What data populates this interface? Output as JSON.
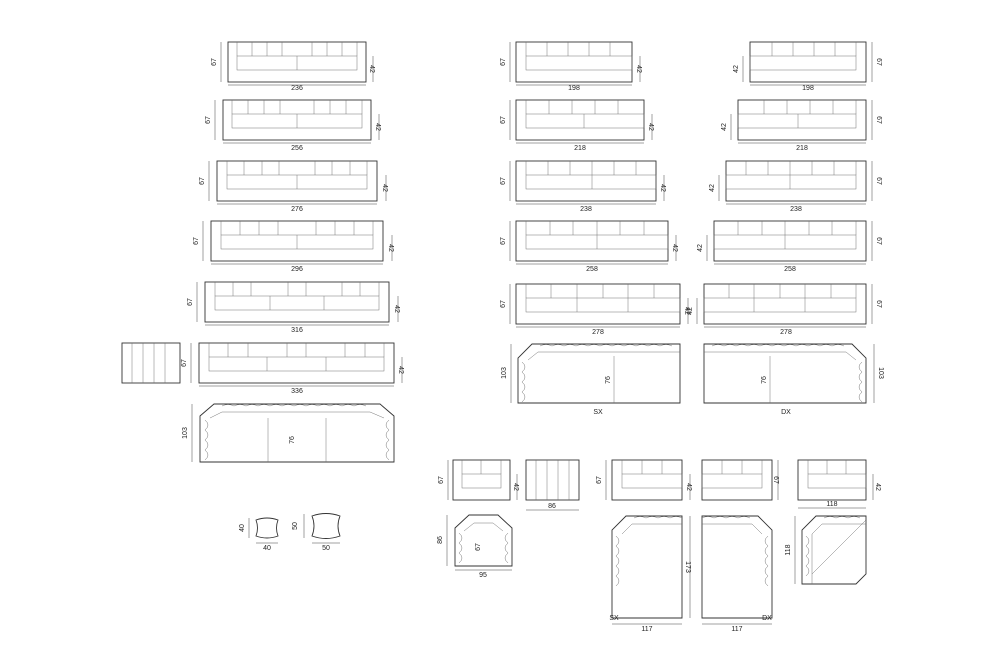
{
  "straight_sofas": [
    {
      "width": "236",
      "height": "67",
      "seat": "42"
    },
    {
      "width": "256",
      "height": "67",
      "seat": "42"
    },
    {
      "width": "276",
      "height": "67",
      "seat": "42"
    },
    {
      "width": "296",
      "height": "67",
      "seat": "42"
    },
    {
      "width": "316",
      "height": "67",
      "seat": "42"
    },
    {
      "width": "336",
      "height": "67",
      "seat": "42"
    }
  ],
  "sofa_top_depth": "103",
  "sofa_top_seat": "76",
  "ottoman_small": {
    "width": "40",
    "height": "40"
  },
  "ottoman_large": {
    "width": "50",
    "height": "50"
  },
  "left_elements": [
    {
      "width": "198",
      "height": "67",
      "seat": "42"
    },
    {
      "width": "218",
      "height": "67",
      "seat": "42"
    },
    {
      "width": "238",
      "height": "67",
      "seat": "42"
    },
    {
      "width": "258",
      "height": "67",
      "seat": "42"
    },
    {
      "width": "278",
      "height": "67",
      "seat": "42"
    }
  ],
  "right_elements": [
    {
      "width": "198",
      "height": "67",
      "seat": "42"
    },
    {
      "width": "218",
      "height": "67",
      "seat": "42"
    },
    {
      "width": "238",
      "height": "67",
      "seat": "42"
    },
    {
      "width": "258",
      "height": "67",
      "seat": "42"
    },
    {
      "width": "278",
      "height": "67",
      "seat": "42"
    }
  ],
  "corner_left": {
    "depth": "103",
    "seat": "76",
    "side": "SX"
  },
  "corner_right": {
    "depth": "103",
    "seat": "76",
    "side": "DX"
  },
  "armchair": {
    "width": "95",
    "depth": "86",
    "seat": "67",
    "height": "67",
    "seat_height": "42"
  },
  "pouf_width": "86",
  "chaise_left": {
    "width": "117",
    "length": "173",
    "height": "67",
    "seat": "42",
    "side": "SX"
  },
  "chaise_right": {
    "width": "117",
    "height": "67",
    "side": "DX"
  },
  "corner_unit": {
    "width": "118",
    "depth": "118",
    "seat": "42"
  }
}
